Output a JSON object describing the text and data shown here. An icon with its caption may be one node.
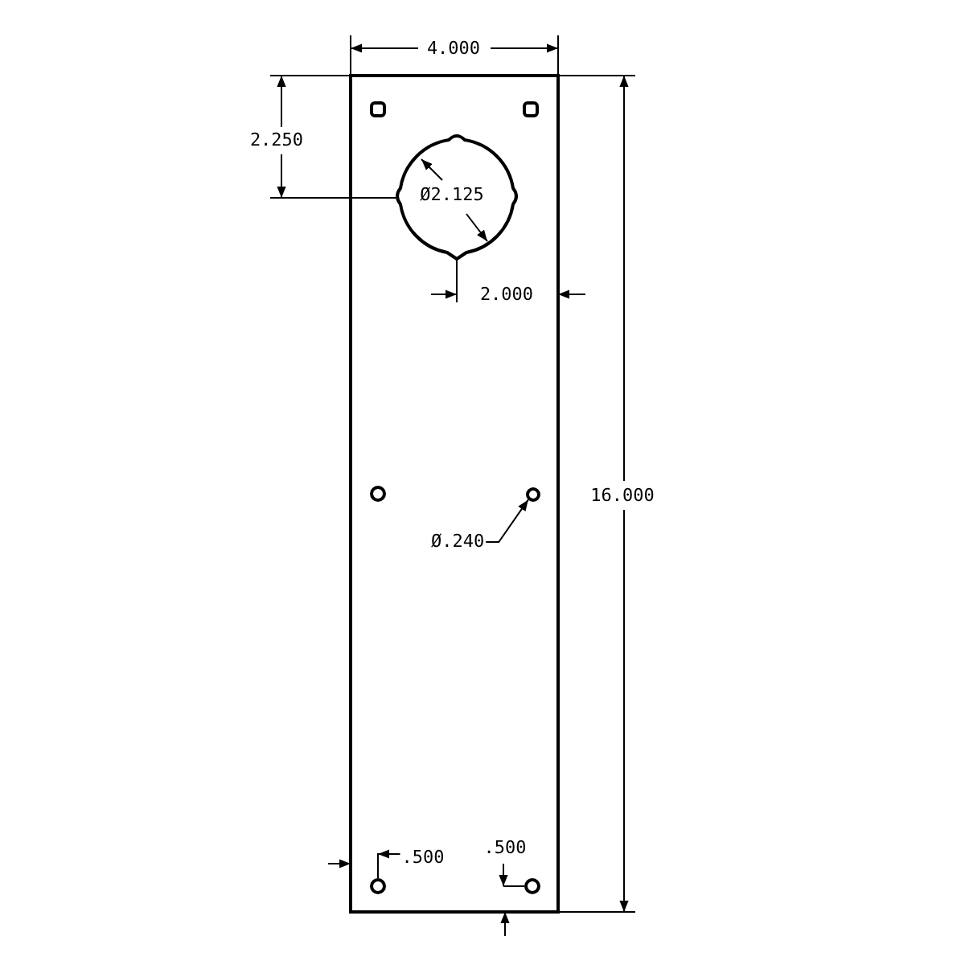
{
  "diagram": {
    "nodes": [
      {
        "text": [
          "Ø.240"
        ]
      },
      {
        "text": [],
        "shape": "circle"
      }
    ],
    "edges": [
      {
        "from": 0,
        "to": 1,
        "arrow": "to"
      }
    ],
    "labels": [
      "4.000",
      "2.250",
      "Ø2.125",
      "2.000",
      "16.000",
      ".500",
      ".500"
    ]
  }
}
